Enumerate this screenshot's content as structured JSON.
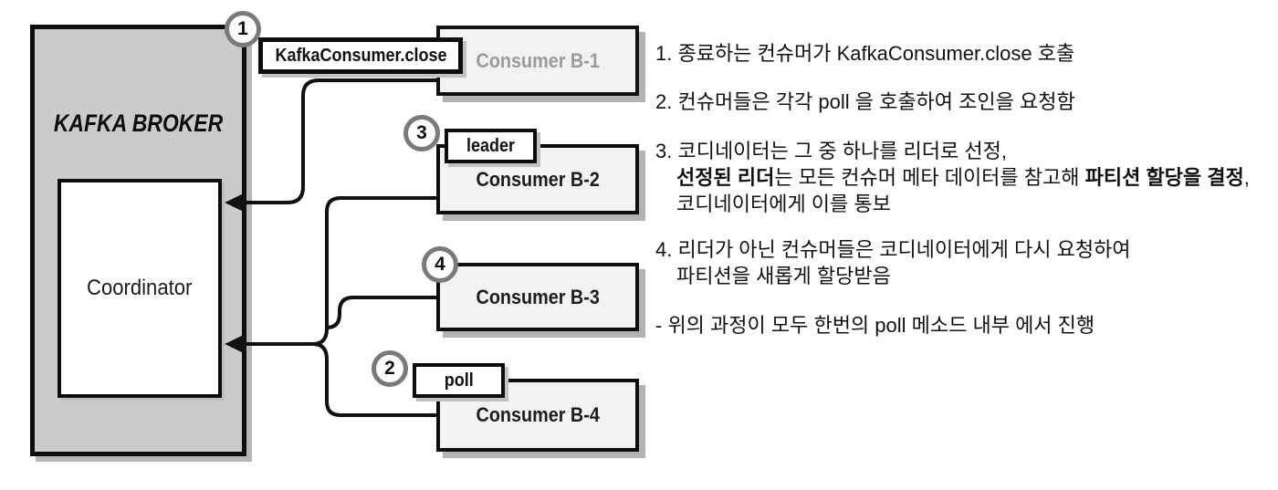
{
  "diagram": {
    "broker_title": "KAFKA  BROKER",
    "coordinator_label": "Coordinator",
    "callouts": {
      "close": "KafkaConsumer.close",
      "leader": "leader",
      "poll": "poll"
    },
    "consumers": [
      {
        "label": "Consumer B-1",
        "state": "leaving-grayed-out"
      },
      {
        "label": "Consumer B-2",
        "state": "leader"
      },
      {
        "label": "Consumer B-3",
        "state": "member"
      },
      {
        "label": "Consumer B-4",
        "state": "member"
      }
    ],
    "badges": {
      "b1": "1",
      "b2": "2",
      "b3": "3",
      "b4": "4"
    },
    "colors": {
      "broker_fill": "#cbcbcb",
      "consumer_fill": "#f2f2f1",
      "box_border": "#0d0d0d",
      "shadow": "#b3b3b3",
      "badge_ring": "#7a7a7a",
      "muted_text": "#9b9b9b",
      "line": "#111111"
    }
  },
  "notes": {
    "item1": "1. 종료하는 컨슈머가 KafkaConsumer.close 호출",
    "item2": "2. 컨슈머들은 각각 poll 을 호출하여 조인을 요청함",
    "item3_line1": "3. 코디네이터는 그 중 하나를 리더로 선정,",
    "item3_line2_bold1": "선정된 리더",
    "item3_line2_mid": "는 모든 컨슈머 메타 데이터를 참고해 ",
    "item3_line2_bold2": "파티션 할당을 결정",
    "item3_line2_tail": ",",
    "item3_line3": "코디네이터에게 이를 통보",
    "item4_line1": "4. 리더가 아닌 컨슈머들은 코디네이터에게 다시 요청하여",
    "item4_line2": "파티션을 새롭게 할당받음",
    "item5": "- 위의 과정이 모두 한번의 poll 메소드 내부 에서 진행"
  }
}
